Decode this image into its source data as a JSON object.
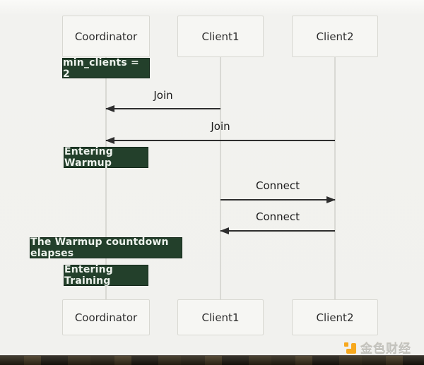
{
  "diagram": {
    "actors": [
      {
        "label": "Coordinator"
      },
      {
        "label": "Client1"
      },
      {
        "label": "Client2"
      }
    ],
    "notes": {
      "min_clients": "min_clients = 2",
      "entering_warmup": "Entering Warmup",
      "warmup_elapses": "The Warmup countdown elapses",
      "entering_training": "Entering Training"
    },
    "messages": [
      {
        "label": "Join",
        "from": "Client1",
        "to": "Coordinator"
      },
      {
        "label": "Join",
        "from": "Client2",
        "to": "Coordinator"
      },
      {
        "label": "Connect",
        "from": "Client1",
        "to": "Client2"
      },
      {
        "label": "Connect",
        "from": "Client2",
        "to": "Client1"
      }
    ],
    "colors": {
      "background": "#f1f1ee",
      "note_bg": "#23402b",
      "note_border": "#15291b",
      "note_text": "#edf2ec",
      "actor_bg": "#f6f6f3",
      "actor_border": "#d8d8d2",
      "arrow": "#2e2e2e",
      "lifeline": "#d9d9d4"
    }
  },
  "watermark": {
    "brand_text": "金色财经",
    "icon_color": "#f7a81d"
  }
}
